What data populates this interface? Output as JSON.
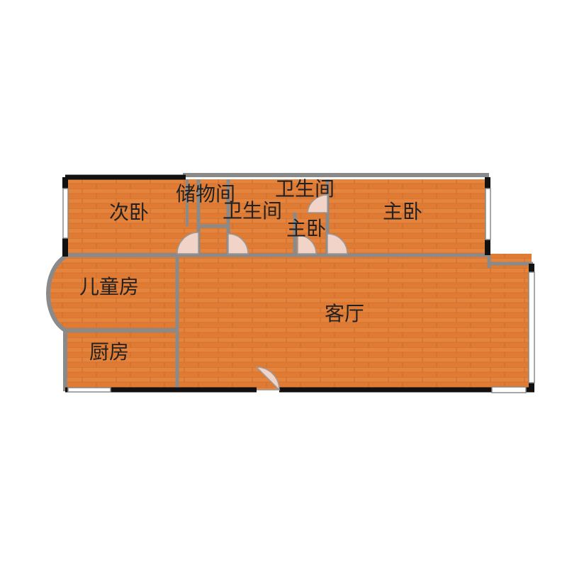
{
  "floor_plan": {
    "colors": {
      "floor": "#e07b34",
      "floor_plank_line": "#c9672a",
      "wall_gray": "#8a8a8a",
      "wall_black": "#111111",
      "window": "#ffffff",
      "door": "#f2d3c8",
      "label": "#222222"
    },
    "rooms": [
      {
        "key": "second_bedroom",
        "label": "次卧"
      },
      {
        "key": "storage",
        "label": "储物间"
      },
      {
        "key": "bathroom_2",
        "label": "卫生间"
      },
      {
        "key": "bathroom_1",
        "label": "卫生间"
      },
      {
        "key": "master_bedroom_2",
        "label": "主卧"
      },
      {
        "key": "master_bedroom_1",
        "label": "主卧"
      },
      {
        "key": "kids_room",
        "label": "儿童房"
      },
      {
        "key": "kitchen",
        "label": "厨房"
      },
      {
        "key": "living_room",
        "label": "客厅"
      }
    ]
  }
}
